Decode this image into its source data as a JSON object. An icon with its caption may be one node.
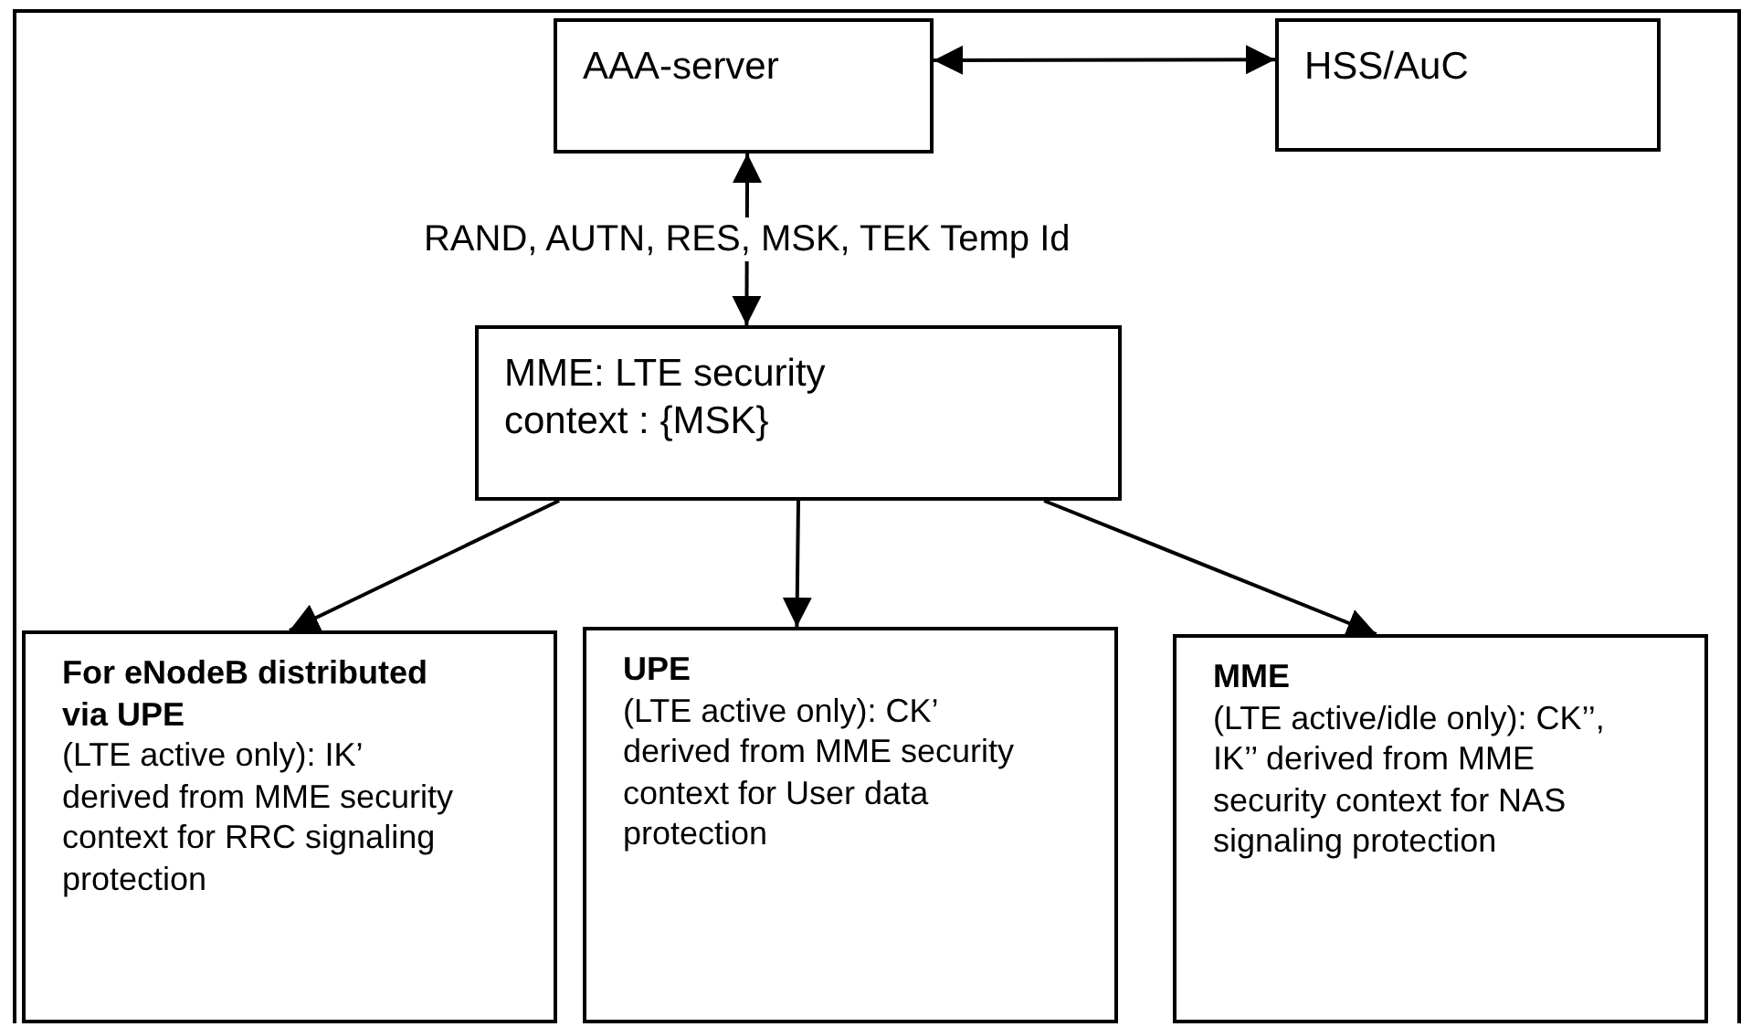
{
  "diagram": {
    "nodes": [
      {
        "text": [
          "AAA-server"
        ]
      },
      {
        "text": [
          "HSS/AuC"
        ]
      },
      {
        "text": [
          "MME: LTE security context : {MSK}"
        ]
      },
      {
        "text": [
          "For eNodeB distributed via UPE",
          "(LTE active only): IK’ derived from MME security context for RRC signaling protection"
        ]
      },
      {
        "text": [
          "UPE",
          "(LTE active only): CK’ derived from MME security context for User data protection"
        ]
      },
      {
        "text": [
          "MME",
          "(LTE active/idle only): CK’’, IK’’ derived from MME security context for NAS signaling protection"
        ]
      }
    ],
    "edges": [
      {
        "from": 0,
        "to": 1,
        "arrow": "both"
      },
      {
        "from": 0,
        "to": 2,
        "arrow": "both",
        "label": "RAND, AUTN, RES, MSK, TEK Temp Id"
      },
      {
        "from": 2,
        "to": 3,
        "arrow": "to"
      },
      {
        "from": 2,
        "to": 4,
        "arrow": "to"
      },
      {
        "from": 2,
        "to": 5,
        "arrow": "to"
      }
    ]
  }
}
